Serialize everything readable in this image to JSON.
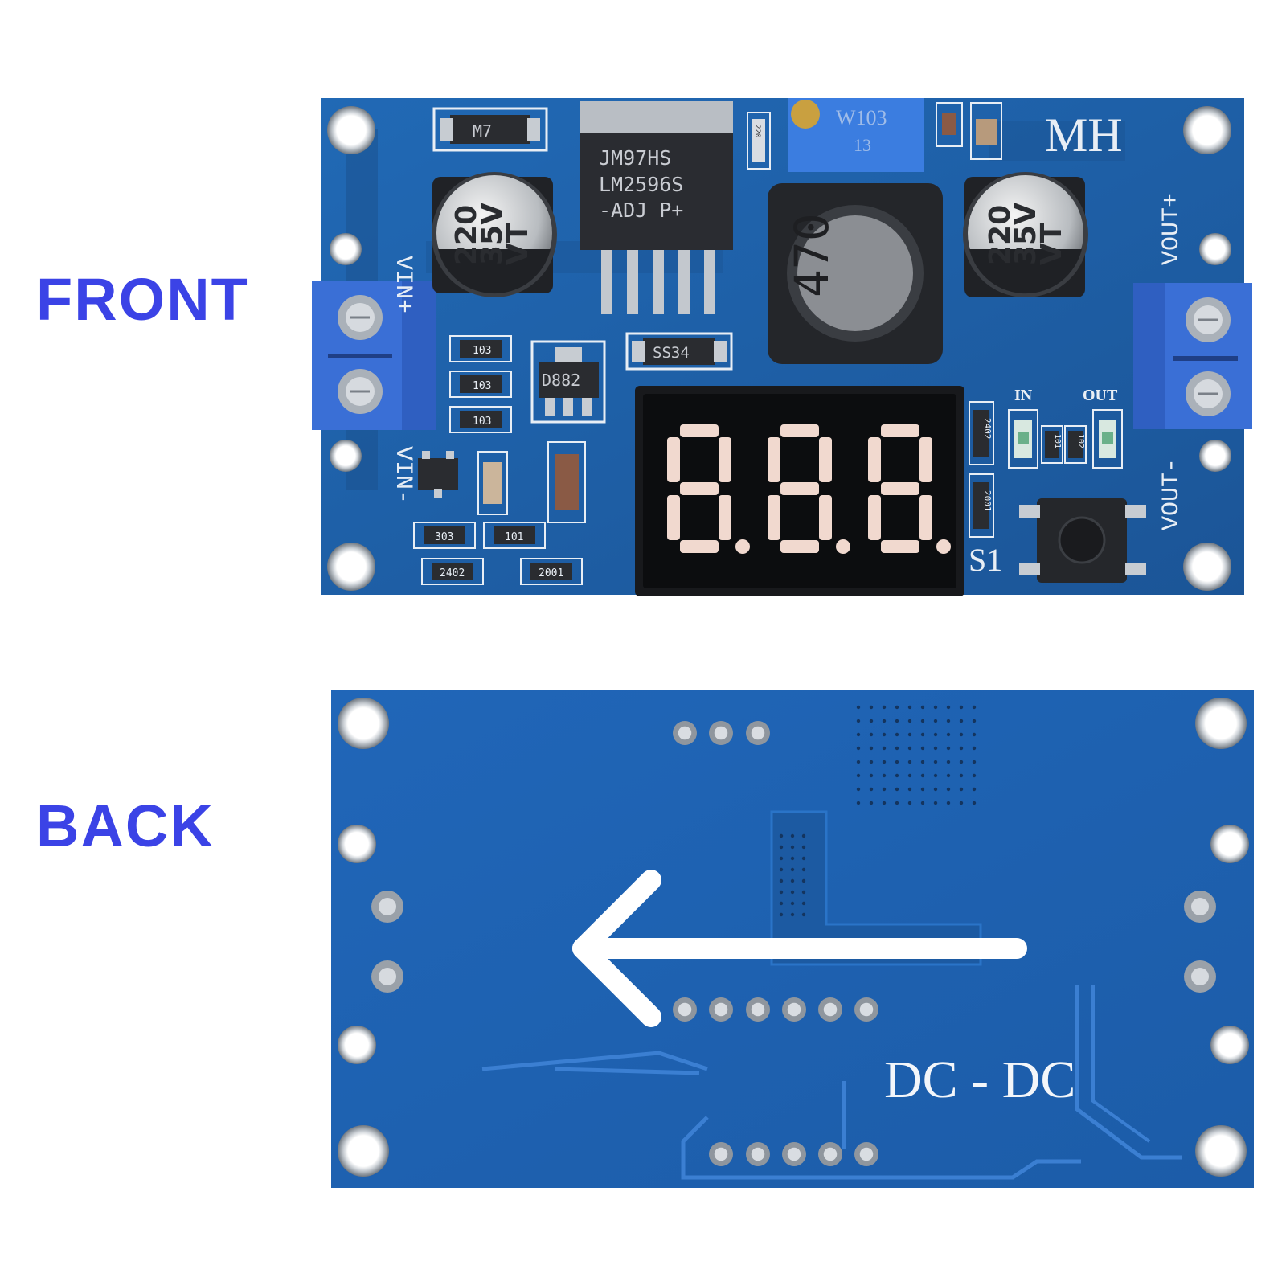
{
  "labels": {
    "front": "FRONT",
    "back": "BACK"
  },
  "front_board": {
    "brand": "MH",
    "pins": {
      "vin_plus": "VIN+",
      "vin_minus": "VIN-",
      "vout_plus": "VOUT+",
      "vout_minus": "VOUT-"
    },
    "regulator": {
      "line1": "JM97HS",
      "line2": "LM2596S",
      "line3": "-ADJ P+"
    },
    "potentiometer": {
      "line1": "W103",
      "line2": "13"
    },
    "capacitor_left": {
      "line1": "220",
      "line2": "35V",
      "line3": "VT"
    },
    "capacitor_right": {
      "line1": "220",
      "line2": "35V",
      "line3": "VT"
    },
    "inductor": "470",
    "diode_m7": "M7",
    "diode_ss34": "SS34",
    "transistor": "D882",
    "led_in": "IN",
    "led_out": "OUT",
    "button": "S1",
    "resistors": [
      "103",
      "103",
      "103",
      "303",
      "101",
      "2402",
      "2001",
      "2402",
      "2001",
      "101",
      "102",
      "220"
    ],
    "display": "8.8.8."
  },
  "back_board": {
    "text": "DC - DC"
  },
  "colors": {
    "label": "#3b43e6",
    "pcb_front": "#1f5fa6",
    "pcb_back": "#1e63b4",
    "terminal": "#3a6fd6",
    "segment": "#f1d9cf"
  }
}
